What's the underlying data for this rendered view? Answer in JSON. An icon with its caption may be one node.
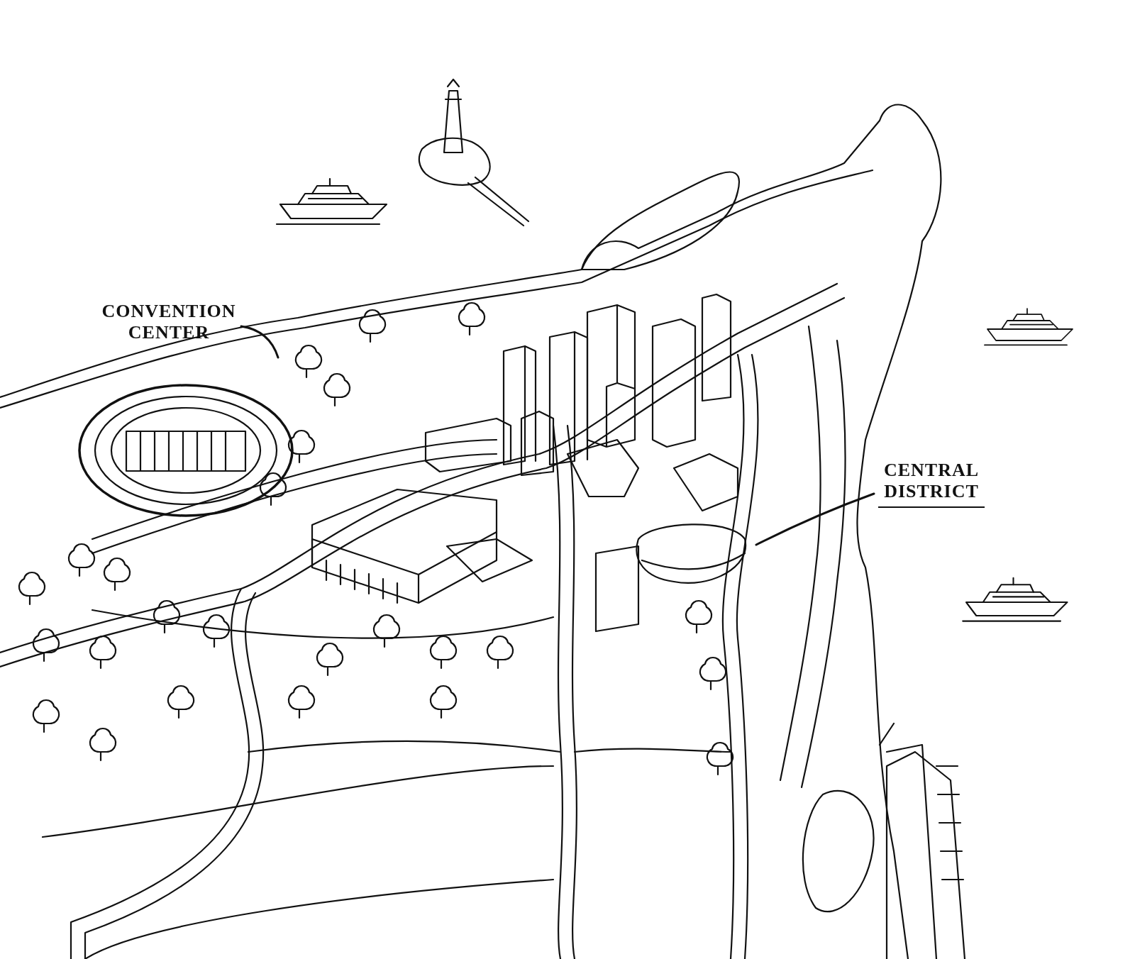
{
  "diagram": {
    "nodes": [
      {
        "text": [
          "CONVENTION CENTER"
        ]
      },
      {
        "text": [
          "CENTRAL DISTRICT"
        ]
      }
    ],
    "edges": [
      {
        "from": 0,
        "to": null,
        "arrow": "none"
      },
      {
        "from": 1,
        "to": null,
        "arrow": "none"
      }
    ]
  }
}
